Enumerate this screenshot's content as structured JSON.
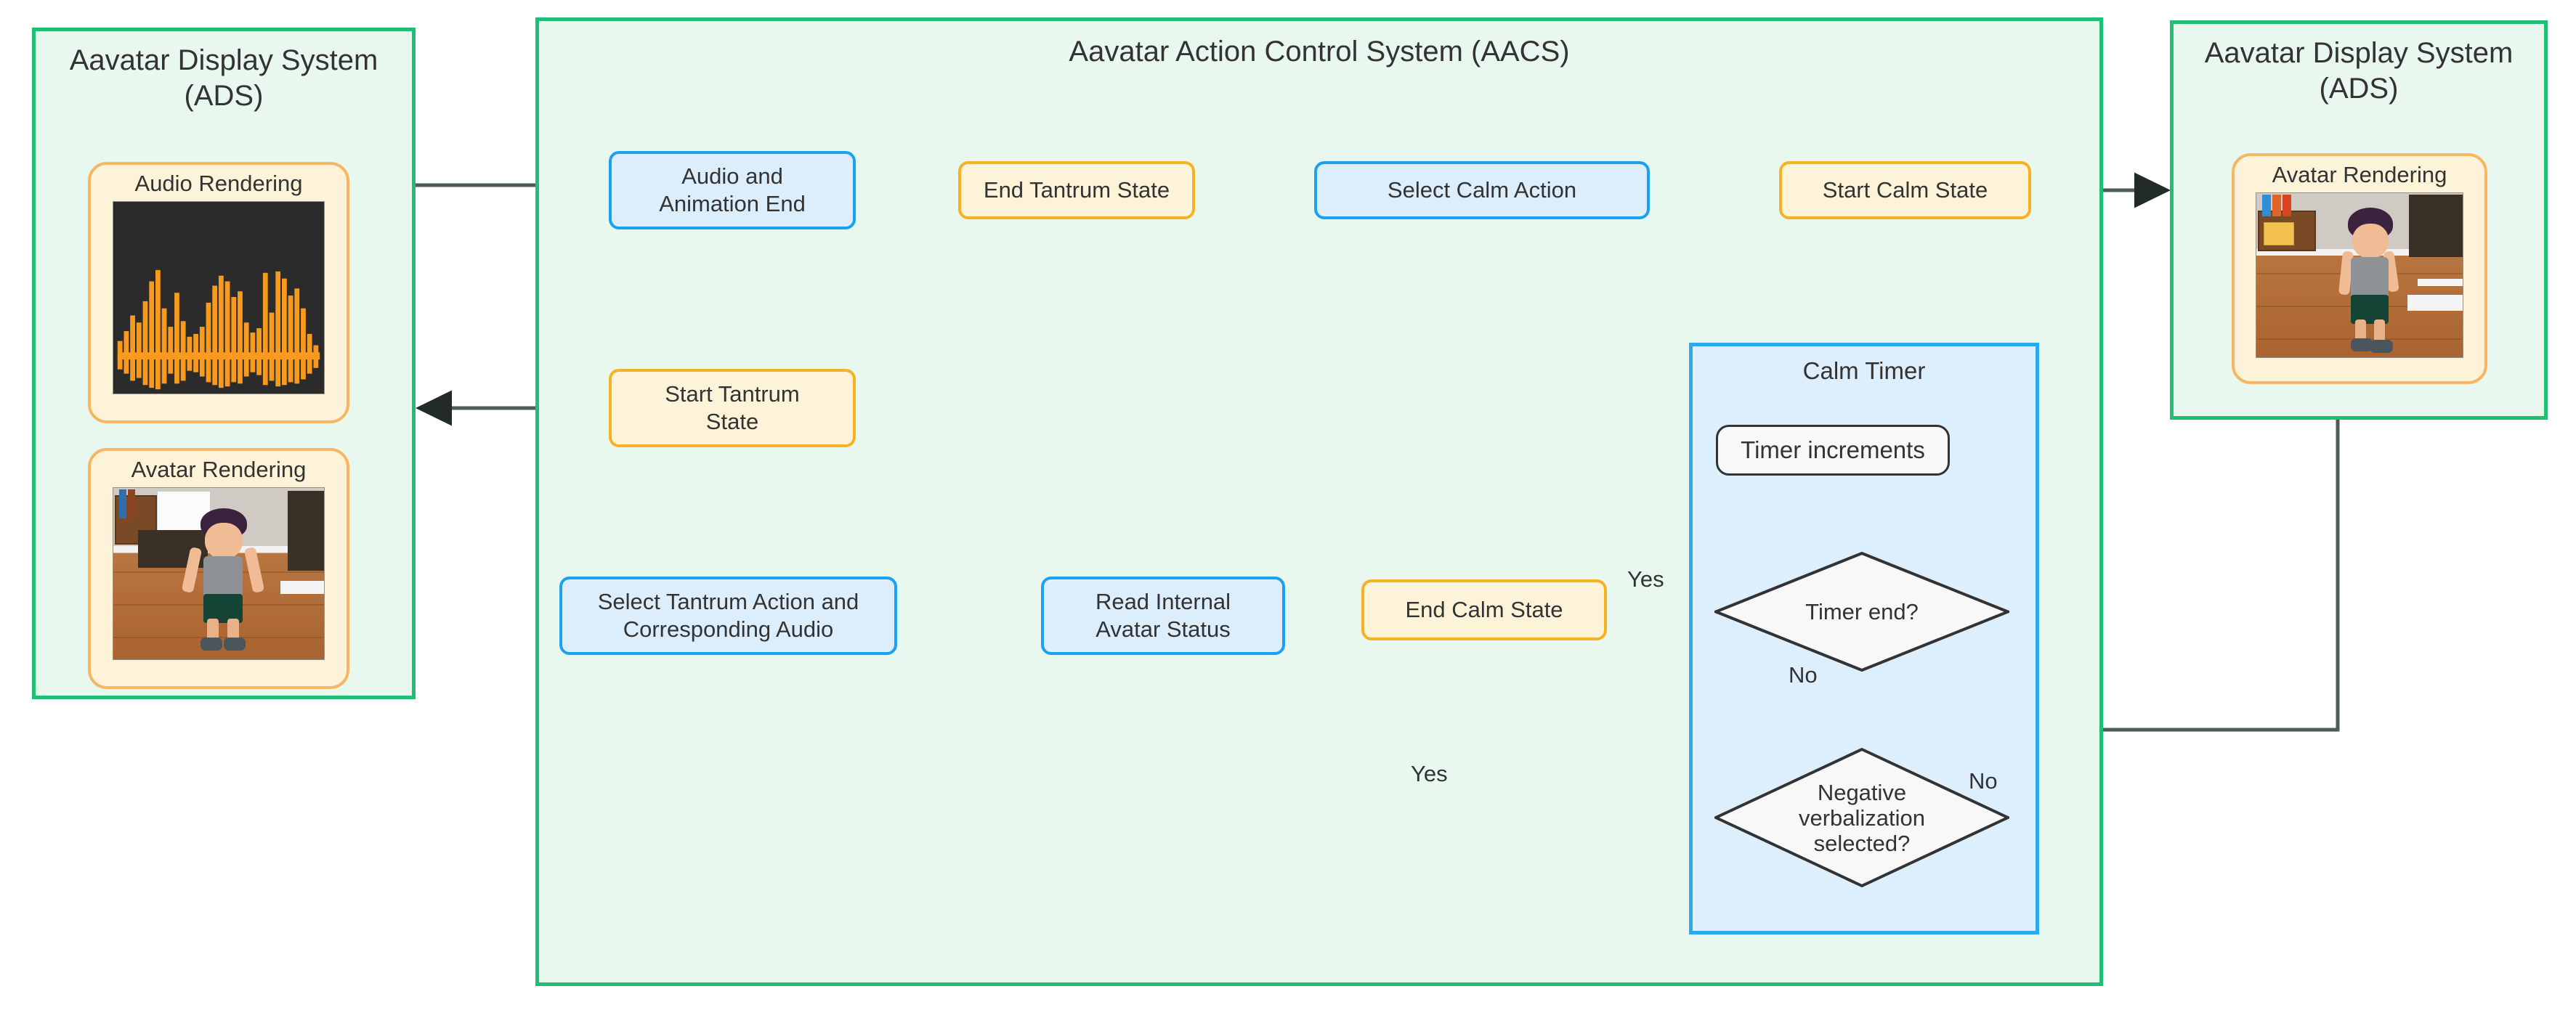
{
  "diagram": {
    "title_hidden": "Aavatar Action Control System flowchart",
    "panels": {
      "ads_left": {
        "title": "Aavatar Display System\n(ADS)",
        "cards": [
          {
            "caption": "Audio Rendering",
            "media": "audio-waveform"
          },
          {
            "caption": "Avatar Rendering",
            "media": "avatar-scene-tantrum"
          }
        ]
      },
      "aacs": {
        "title": "Aavatar Action Control System (AACS)"
      },
      "ads_right": {
        "title": "Aavatar Display System\n(ADS)",
        "cards": [
          {
            "caption": "Avatar Rendering",
            "media": "avatar-scene-calm"
          }
        ]
      },
      "calm_timer": {
        "title": "Calm Timer"
      }
    },
    "nodes": {
      "audio_animation_end": "Audio and\nAnimation End",
      "end_tantrum_state": "End Tantrum State",
      "select_calm_action": "Select Calm Action",
      "start_calm_state": "Start Calm State",
      "start_tantrum_state": "Start Tantrum\nState",
      "select_tantrum_action": "Select Tantrum Action and\nCorresponding Audio",
      "read_internal_avatar_status": "Read Internal\nAvatar Status",
      "end_calm_state": "End Calm State",
      "timer_increments": "Timer increments",
      "timer_end_decision": "Timer end?",
      "negative_verbalization_decision": "Negative\nverbalization\nselected?"
    },
    "edge_labels": {
      "timer_end_yes": "Yes",
      "timer_end_no": "No",
      "negative_yes": "Yes",
      "negative_no": "No"
    },
    "colors": {
      "panel_border": "#21bf73",
      "panel_fill": "#e8f8ee",
      "subpanel_border": "#2aa9f0",
      "subpanel_fill": "#ddeffc",
      "node_blue_border": "#1ba1f2",
      "node_blue_fill": "#dceefb",
      "node_amber_border": "#f5b324",
      "node_amber_fill": "#fdf3d9",
      "media_border": "#f6b765",
      "media_fill": "#fdf3d9",
      "edge": "#4d5b57",
      "text": "#333333",
      "waveform": "#f79a1e",
      "waveform_bg": "#2b2b2b"
    }
  }
}
